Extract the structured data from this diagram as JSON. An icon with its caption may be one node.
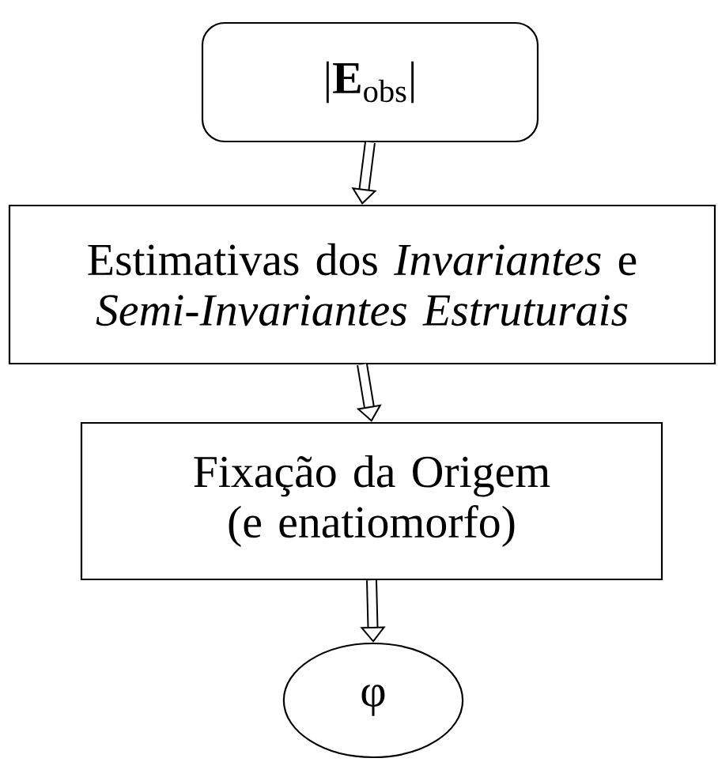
{
  "diagram": {
    "nodes": [
      {
        "text": [
          "|**E**$_{obs}$|"
        ]
      },
      {
        "text": [
          "Estimativas dos *Invariantes* e *Semi-Invariantes Estruturais*"
        ]
      },
      {
        "text": [
          "Fixação da Origem (e enatiomorfo)"
        ]
      },
      {
        "text": [
          "φ"
        ]
      }
    ],
    "edges": [
      {
        "from": 0,
        "to": 1,
        "arrow": "to"
      },
      {
        "from": 1,
        "to": 2,
        "arrow": "to"
      },
      {
        "from": 2,
        "to": 3,
        "arrow": "to"
      }
    ]
  }
}
